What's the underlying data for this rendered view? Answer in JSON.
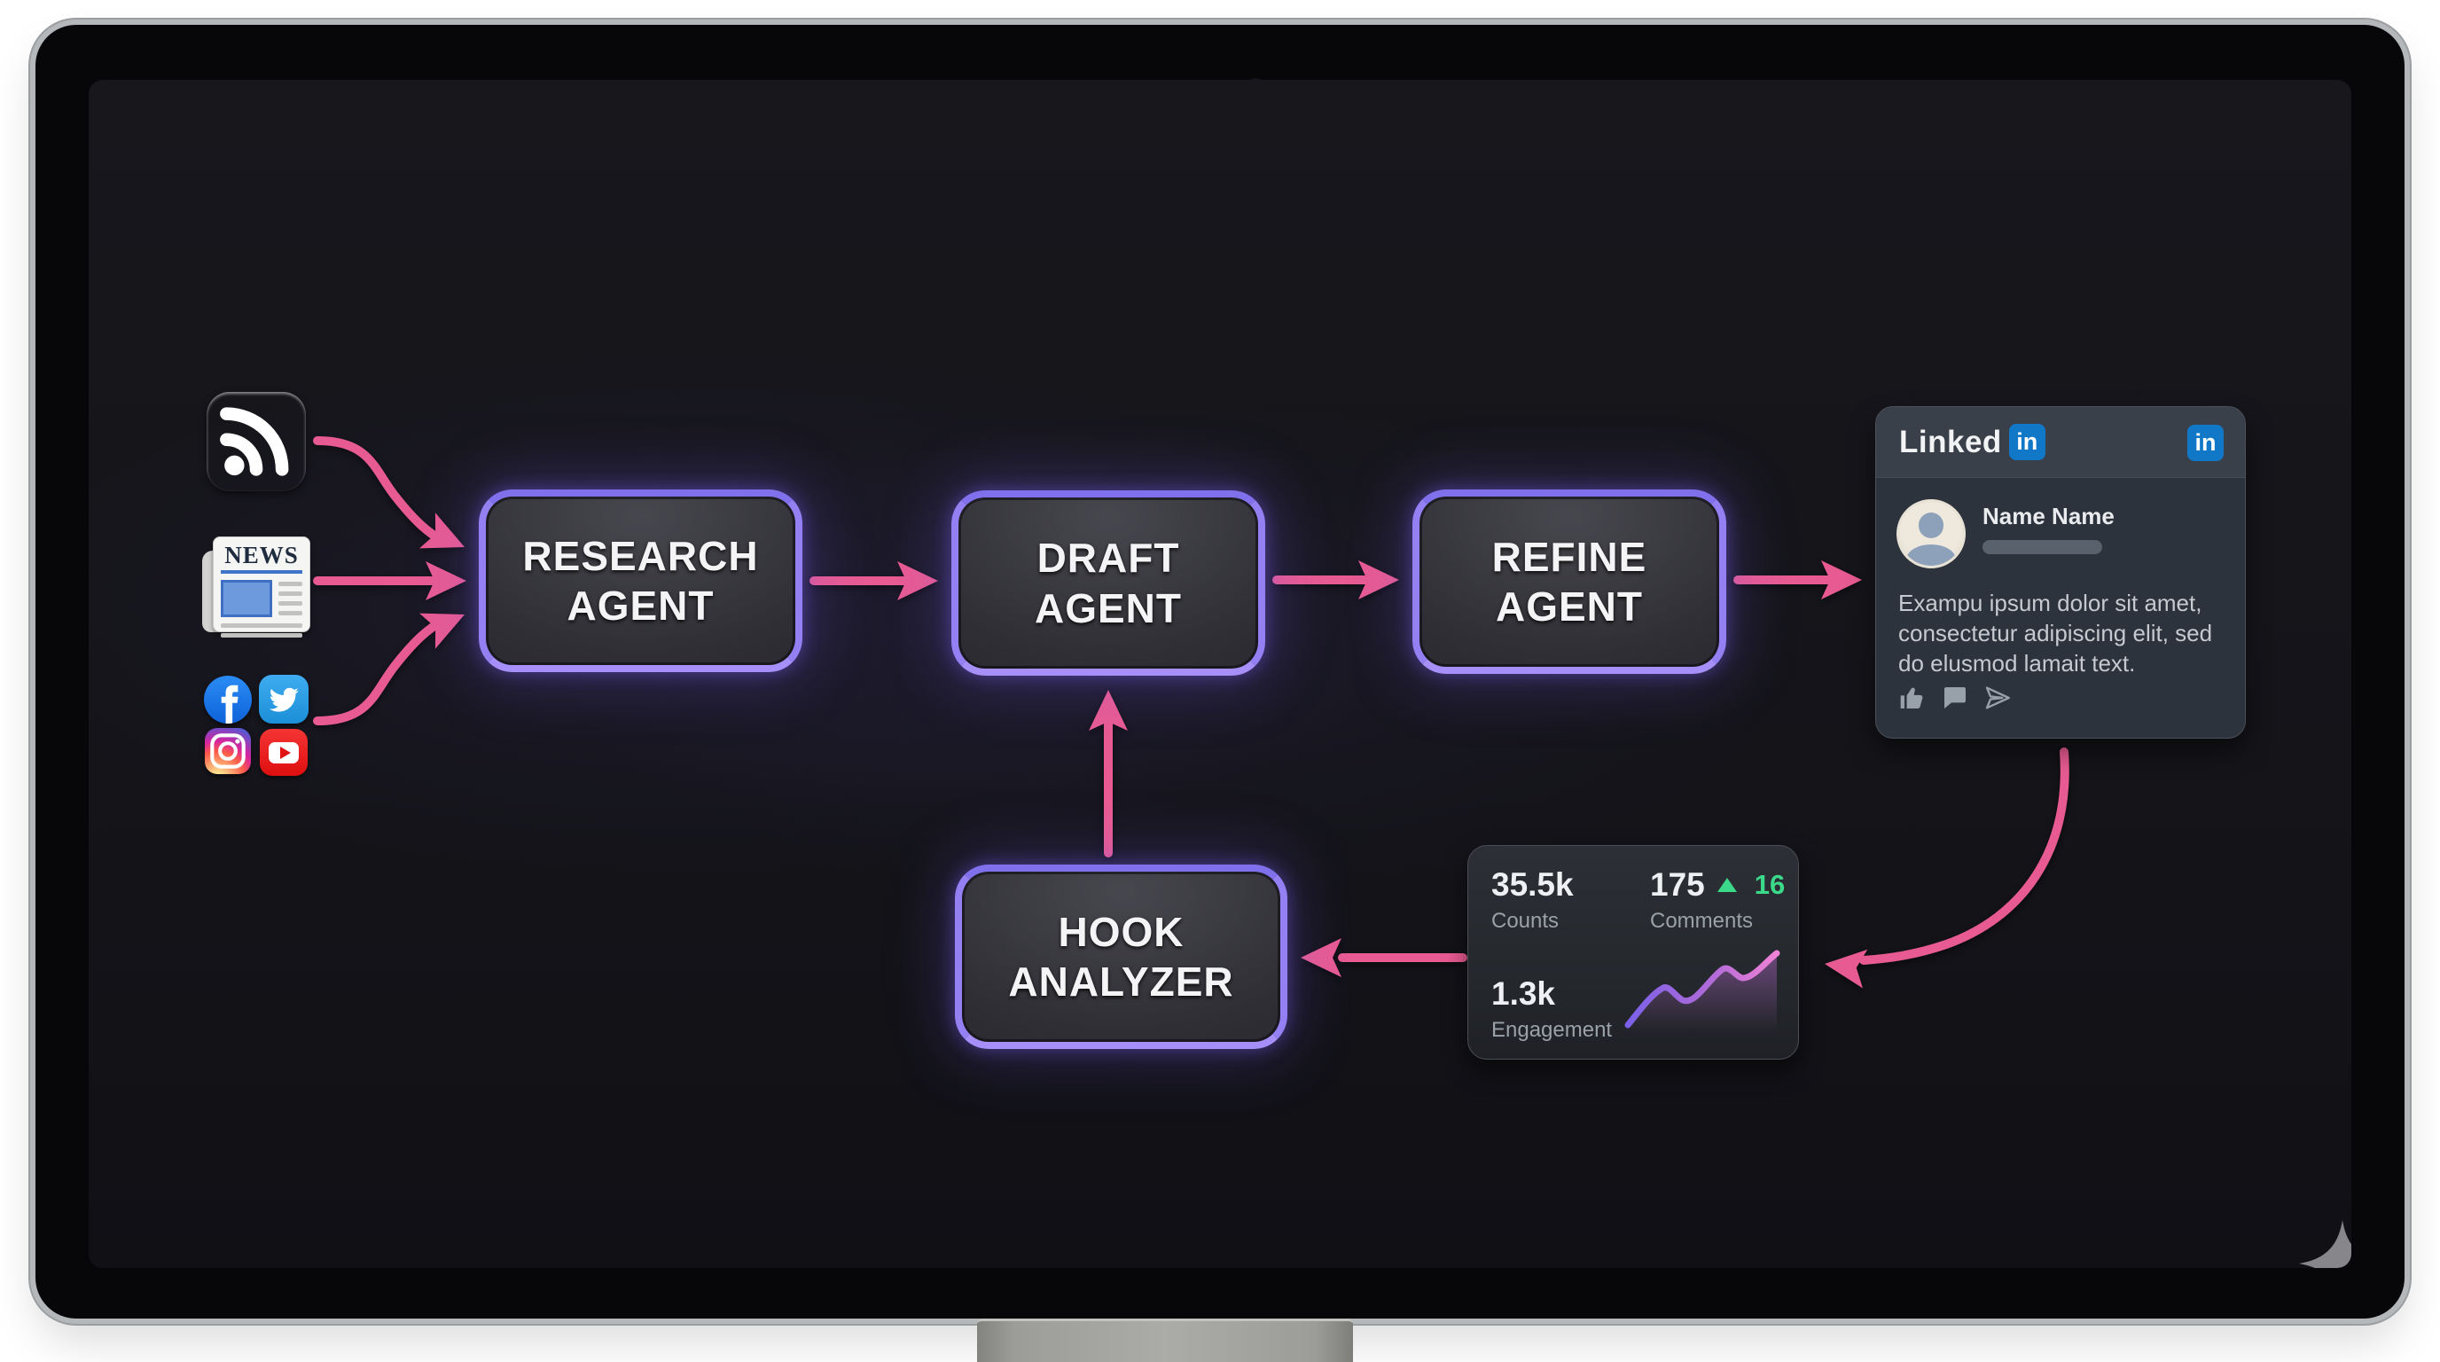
{
  "screen": {
    "sources": [
      {
        "id": "rss",
        "icon": "rss-icon"
      },
      {
        "id": "news",
        "icon": "newspaper-icon",
        "label": "NEWS"
      },
      {
        "id": "facebook",
        "icon": "facebook-icon"
      },
      {
        "id": "twitter",
        "icon": "twitter-icon"
      },
      {
        "id": "instagram",
        "icon": "instagram-icon"
      },
      {
        "id": "youtube",
        "icon": "youtube-icon"
      }
    ],
    "nodes": {
      "research": {
        "line1": "RESEARCH",
        "line2": "AGENT"
      },
      "draft": {
        "line1": "DRAFT",
        "line2": "AGENT"
      },
      "refine": {
        "line1": "REFINE",
        "line2": "AGENT"
      },
      "hook": {
        "line1": "HOOK",
        "line2": "ANALYZER"
      }
    },
    "linkedin": {
      "brand": "Linked",
      "logo_text": "in",
      "author": "Name Name",
      "post_lines": [
        "Exampu ipsum dolor sit amet,",
        "consectetur adipiscing elit, sed",
        "do elusmod lamait text."
      ],
      "action_icons": [
        "like-icon",
        "comment-icon",
        "send-icon"
      ]
    },
    "analytics": {
      "counts": {
        "value": "35.5k",
        "label": "Counts"
      },
      "comments": {
        "value": "175",
        "delta": "16",
        "label": "Comments"
      },
      "engagement": {
        "value": "1.3k",
        "label": "Engagement"
      }
    },
    "colors": {
      "arrow_pink": "#e85b92",
      "node_border_purple": "#9480f3",
      "linkedin_blue": "#1178c8",
      "delta_green": "#3bd98a",
      "spark_start": "#7b61e8",
      "spark_end": "#ef82d6"
    }
  },
  "chart_data": {
    "type": "line",
    "series": [
      {
        "name": "engagement-sparkline",
        "values": [
          15,
          55,
          42,
          75,
          66,
          98
        ]
      }
    ],
    "title": "",
    "xlabel": "",
    "ylabel": "",
    "note": "rising sparkline inside analytics card, purple-to-pink gradient stroke with faded area fill"
  }
}
